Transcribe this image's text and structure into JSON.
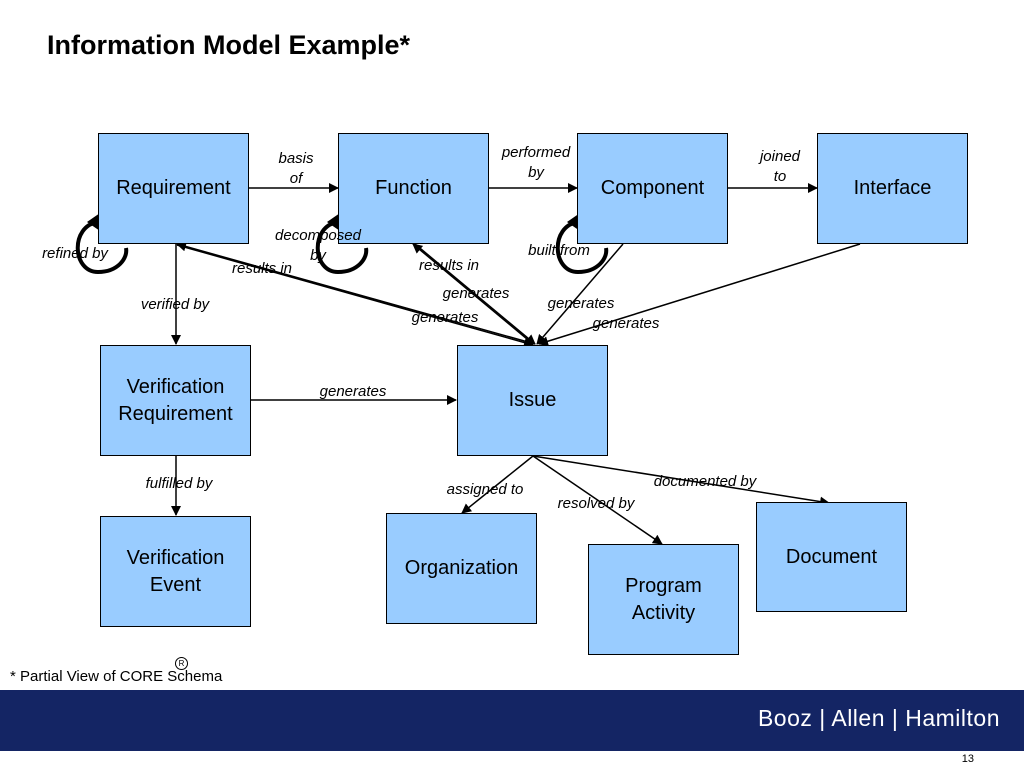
{
  "title": "Information Model Example*",
  "nodes": {
    "requirement": "Requirement",
    "function": "Function",
    "component": "Component",
    "interface": "Interface",
    "verification_requirement": "Verification\nRequirement",
    "issue": "Issue",
    "verification_event": "Verification\nEvent",
    "organization": "Organization",
    "program_activity": "Program\nActivity",
    "document": "Document"
  },
  "edge_labels": {
    "basis_of": "basis\nof",
    "performed_by": "performed\nby",
    "joined_to": "joined\nto",
    "refined_by": "refined by",
    "decomposed_by": "decomposed\nby",
    "built_from": "built from",
    "results_in_req": "results in",
    "results_in_func": "results in",
    "verified_by": "verified by",
    "generates_func": "generates",
    "generates_req": "generates",
    "generates_comp": "generates",
    "generates_iface": "generates",
    "generates_vr": "generates",
    "fulfilled_by": "fulfilled by",
    "assigned_to": "assigned to",
    "resolved_by": "resolved by",
    "documented_by": "documented by"
  },
  "footnote": "* Partial View of CORE Schema",
  "registered_mark": "R",
  "footer": {
    "brand": "Booz | Allen | Hamilton",
    "page_number": "13"
  },
  "colors": {
    "box_fill": "#99ccff",
    "footer_bar": "#142564"
  }
}
